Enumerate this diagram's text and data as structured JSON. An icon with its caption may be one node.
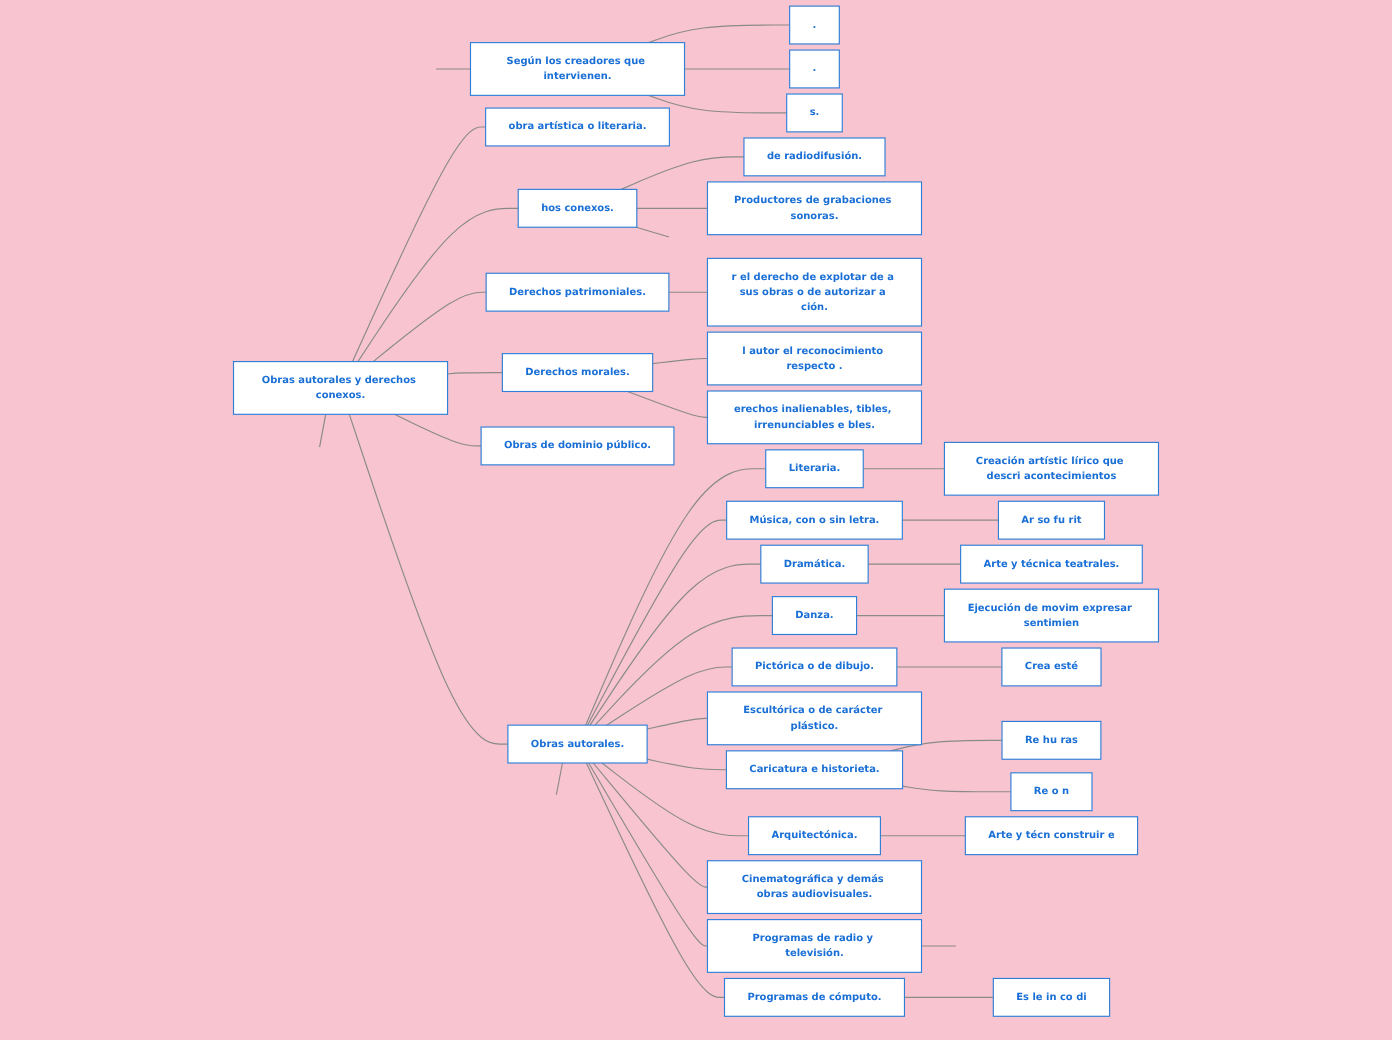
{
  "diagram": {
    "nodes": [
      {
        "text": [
          "Obras autorales y derechos conexos."
        ]
      },
      {
        "text": [
          "obra artística o literaria."
        ]
      },
      {
        "text": [
          "Según los creadores que intervienen."
        ]
      },
      {
        "text": [
          "."
        ]
      },
      {
        "text": [
          "."
        ]
      },
      {
        "text": [
          "s."
        ]
      },
      {
        "text": [
          "hos conexos."
        ]
      },
      {
        "text": [
          "de radiodifusión."
        ]
      },
      {
        "text": [
          "Productores de grabaciones sonoras."
        ]
      },
      {
        "text": [
          "Derechos patrimoniales."
        ]
      },
      {
        "text": [
          "r el derecho de explotar de a sus obras o de autorizar a ción."
        ]
      },
      {
        "text": [
          "Derechos morales."
        ]
      },
      {
        "text": [
          "l autor el reconocimiento respecto ."
        ]
      },
      {
        "text": [
          "erechos inalienables, tibles, irrenunciables e bles."
        ]
      },
      {
        "text": [
          "Obras de dominio público."
        ]
      },
      {
        "text": [
          "Obras autorales."
        ]
      },
      {
        "text": [
          "Literaria."
        ]
      },
      {
        "text": [
          "Creación artístic lírico que descri acontecimientos"
        ]
      },
      {
        "text": [
          "Música, con o sin letra."
        ]
      },
      {
        "text": [
          "Ar so fu rit"
        ]
      },
      {
        "text": [
          "Dramática."
        ]
      },
      {
        "text": [
          "Arte y técnica teatrales."
        ]
      },
      {
        "text": [
          "Danza."
        ]
      },
      {
        "text": [
          "Ejecución de movim expresar sentimien"
        ]
      },
      {
        "text": [
          "Pictórica o de dibujo."
        ]
      },
      {
        "text": [
          "Crea esté"
        ]
      },
      {
        "text": [
          "Escultórica o de carácter plástico."
        ]
      },
      {
        "text": [
          "Caricatura e historieta."
        ]
      },
      {
        "text": [
          "Re hu ras"
        ]
      },
      {
        "text": [
          "Re o n"
        ]
      },
      {
        "text": [
          "Arquitectónica."
        ]
      },
      {
        "text": [
          "Arte y técn construir e"
        ]
      },
      {
        "text": [
          "Cinematográfica y demás obras audiovisuales."
        ]
      },
      {
        "text": [
          "Programas de radio y televisión."
        ]
      },
      {
        "text": [
          "Programas de cómputo."
        ]
      },
      {
        "text": [
          "Es le in co di"
        ]
      }
    ],
    "edges": [
      {
        "from": 0,
        "to": 1,
        "arrow": "none"
      },
      {
        "from": null,
        "to": 2,
        "arrow": "none"
      },
      {
        "from": 2,
        "to": 3,
        "arrow": "none"
      },
      {
        "from": 2,
        "to": 4,
        "arrow": "none"
      },
      {
        "from": 2,
        "to": 5,
        "arrow": "none"
      },
      {
        "from": 0,
        "to": 6,
        "arrow": "none"
      },
      {
        "from": 6,
        "to": 7,
        "arrow": "none"
      },
      {
        "from": 6,
        "to": 8,
        "arrow": "none"
      },
      {
        "from": 6,
        "to": null,
        "arrow": "none"
      },
      {
        "from": 0,
        "to": 9,
        "arrow": "none"
      },
      {
        "from": 9,
        "to": 10,
        "arrow": "none"
      },
      {
        "from": 0,
        "to": 11,
        "arrow": "none"
      },
      {
        "from": 11,
        "to": 12,
        "arrow": "none"
      },
      {
        "from": 11,
        "to": 13,
        "arrow": "none"
      },
      {
        "from": 0,
        "to": 14,
        "arrow": "none"
      },
      {
        "from": 0,
        "to": 15,
        "arrow": "none"
      },
      {
        "from": 15,
        "to": 16,
        "arrow": "none"
      },
      {
        "from": 16,
        "to": 17,
        "arrow": "none"
      },
      {
        "from": 15,
        "to": 18,
        "arrow": "none"
      },
      {
        "from": 18,
        "to": 19,
        "arrow": "none"
      },
      {
        "from": 15,
        "to": 20,
        "arrow": "none"
      },
      {
        "from": 20,
        "to": 21,
        "arrow": "none"
      },
      {
        "from": 15,
        "to": 22,
        "arrow": "none"
      },
      {
        "from": 22,
        "to": 23,
        "arrow": "none"
      },
      {
        "from": 15,
        "to": 24,
        "arrow": "none"
      },
      {
        "from": 24,
        "to": 25,
        "arrow": "none"
      },
      {
        "from": 15,
        "to": 26,
        "arrow": "none"
      },
      {
        "from": 15,
        "to": 27,
        "arrow": "none"
      },
      {
        "from": 27,
        "to": 28,
        "arrow": "none"
      },
      {
        "from": 27,
        "to": 29,
        "arrow": "none"
      },
      {
        "from": 15,
        "to": 30,
        "arrow": "none"
      },
      {
        "from": 30,
        "to": 31,
        "arrow": "none"
      },
      {
        "from": 15,
        "to": 32,
        "arrow": "none"
      },
      {
        "from": 15,
        "to": 33,
        "arrow": "none"
      },
      {
        "from": 33,
        "to": null,
        "arrow": "none"
      },
      {
        "from": 15,
        "to": 34,
        "arrow": "none"
      },
      {
        "from": 34,
        "to": 35,
        "arrow": "none"
      },
      {
        "from": 15,
        "to": null,
        "arrow": "none"
      },
      {
        "from": 0,
        "to": null,
        "arrow": "none"
      }
    ]
  }
}
